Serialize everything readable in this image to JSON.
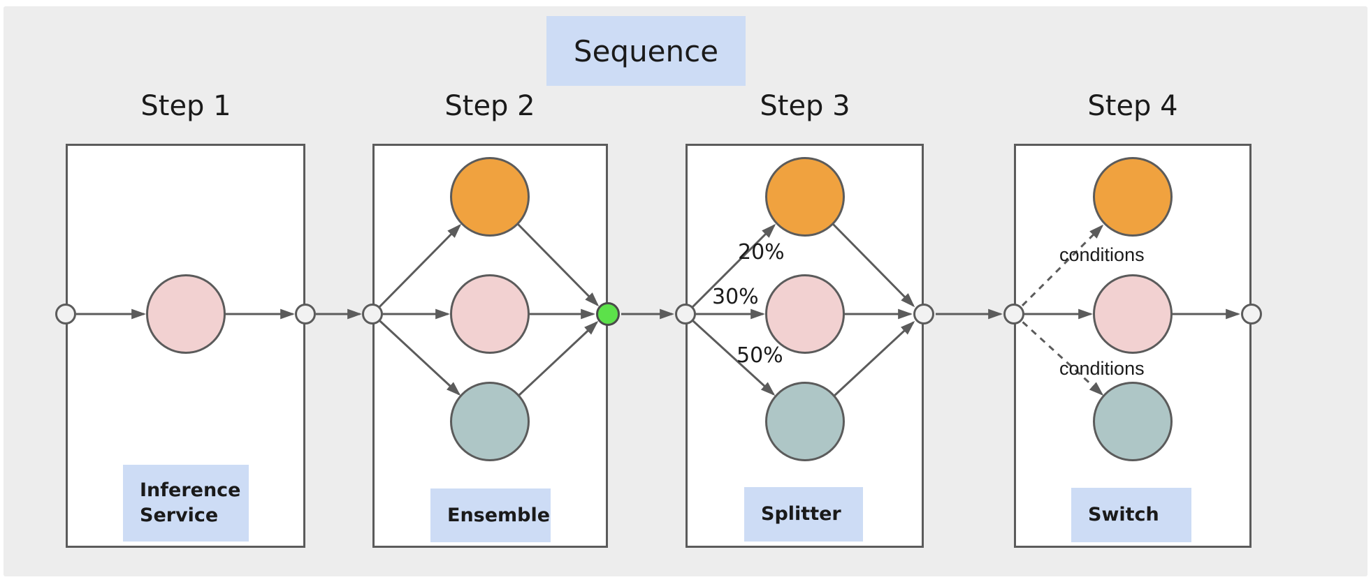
{
  "title": "Sequence",
  "colors": {
    "canvas_bg": "#EDEDED",
    "panel_bg": "#FFFFFF",
    "line": "#5B5B5B",
    "label_bg": "#CDDCF5",
    "node_orange": "#F0A23F",
    "node_pink": "#F2D1D1",
    "node_teal": "#AEC6C6",
    "node_green": "#5CE14A",
    "connector_fill": "#F2F2F2"
  },
  "steps": [
    {
      "title": "Step 1",
      "label": "Inference\nService"
    },
    {
      "title": "Step 2",
      "label": "Ensemble"
    },
    {
      "title": "Step 3",
      "label": "Splitter",
      "branch_labels": [
        "20%",
        "30%",
        "50%"
      ]
    },
    {
      "title": "Step 4",
      "label": "Switch",
      "branch_labels": [
        "conditions",
        "conditions"
      ]
    }
  ]
}
